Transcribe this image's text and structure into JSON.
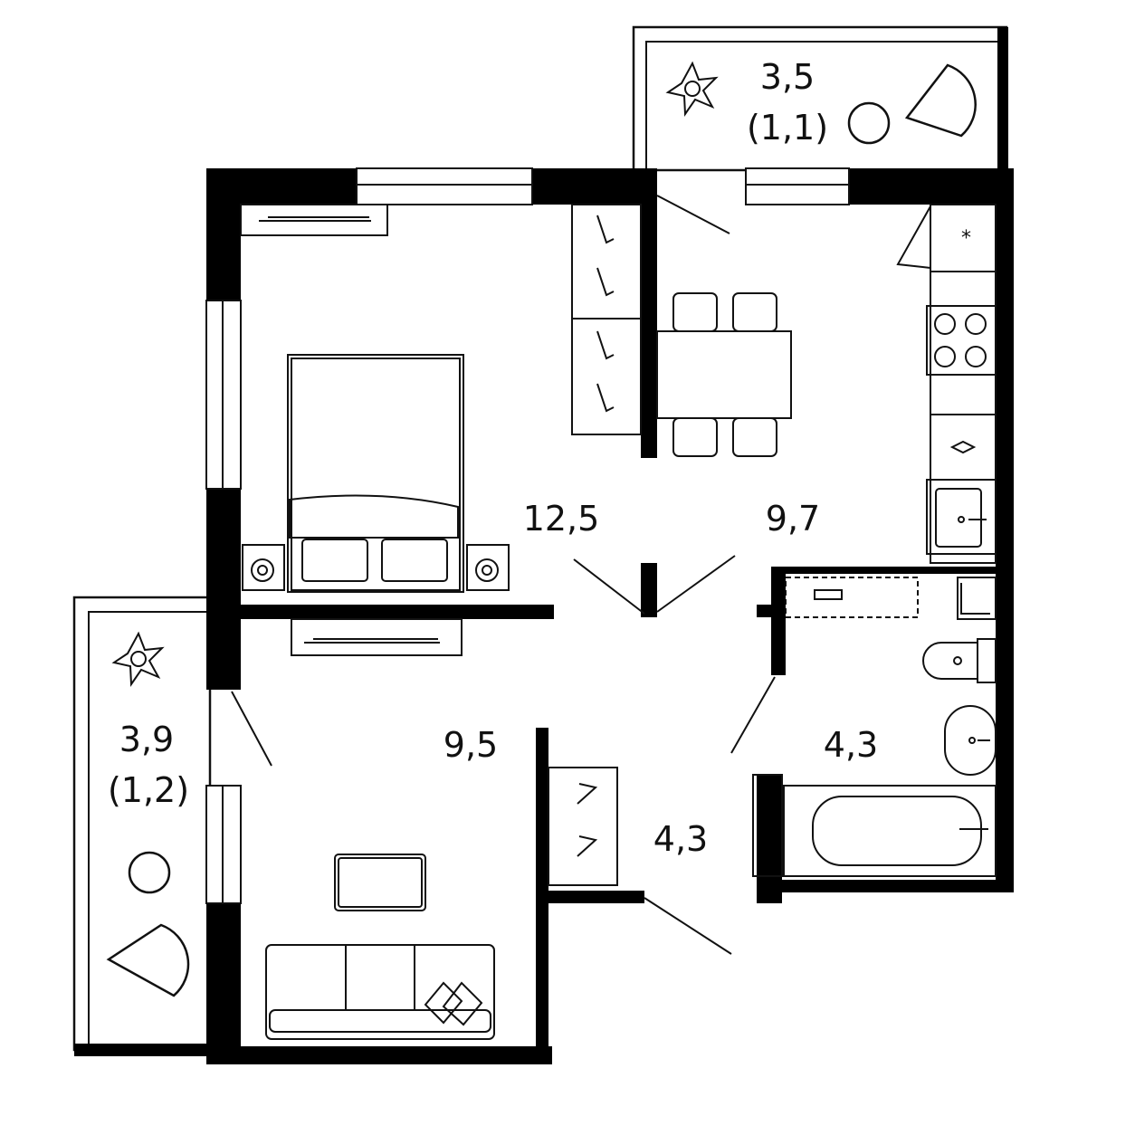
{
  "rooms": {
    "balcony_top": {
      "area": "3,5",
      "area_coefficient": "(1,1)"
    },
    "bedroom": {
      "area": "12,5"
    },
    "kitchen": {
      "area": "9,7"
    },
    "living": {
      "area": "9,5"
    },
    "hall": {
      "area": "4,3"
    },
    "bathroom": {
      "area": "4,3"
    },
    "balcony_left": {
      "area": "3,9",
      "area_coefficient": "(1,2)"
    }
  },
  "colors": {
    "wall": "#000000",
    "background": "#ffffff",
    "line": "#111111"
  }
}
